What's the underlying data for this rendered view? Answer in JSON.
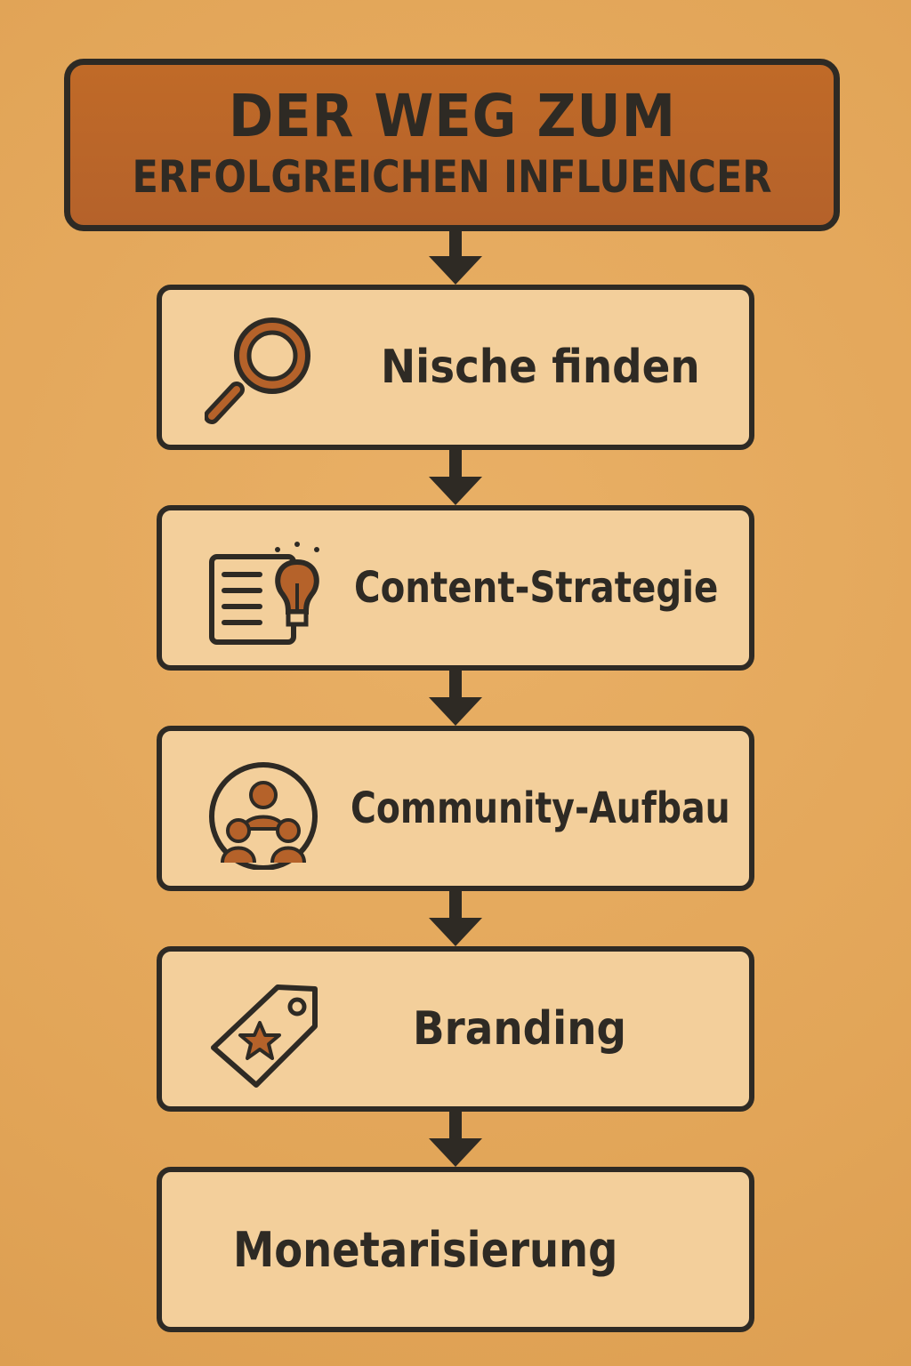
{
  "title": {
    "line1": "DER WEG ZUM",
    "line2": "ERFOLGREICHEN INFLUENCER"
  },
  "steps": [
    {
      "label": "Nische finden",
      "icon": "magnifier-icon"
    },
    {
      "label": "Content-Strategie",
      "icon": "document-lightbulb-icon"
    },
    {
      "label": "Community-Aufbau",
      "icon": "community-people-icon"
    },
    {
      "label": "Branding",
      "icon": "star-tag-icon"
    },
    {
      "label": "Monetarisierung",
      "icon": ""
    }
  ],
  "colors": {
    "background": "#e5a95c",
    "title_fill": "#b5622a",
    "box_fill": "#f3cf9b",
    "outline": "#2e2a24",
    "icon_accent": "#b5622a"
  }
}
